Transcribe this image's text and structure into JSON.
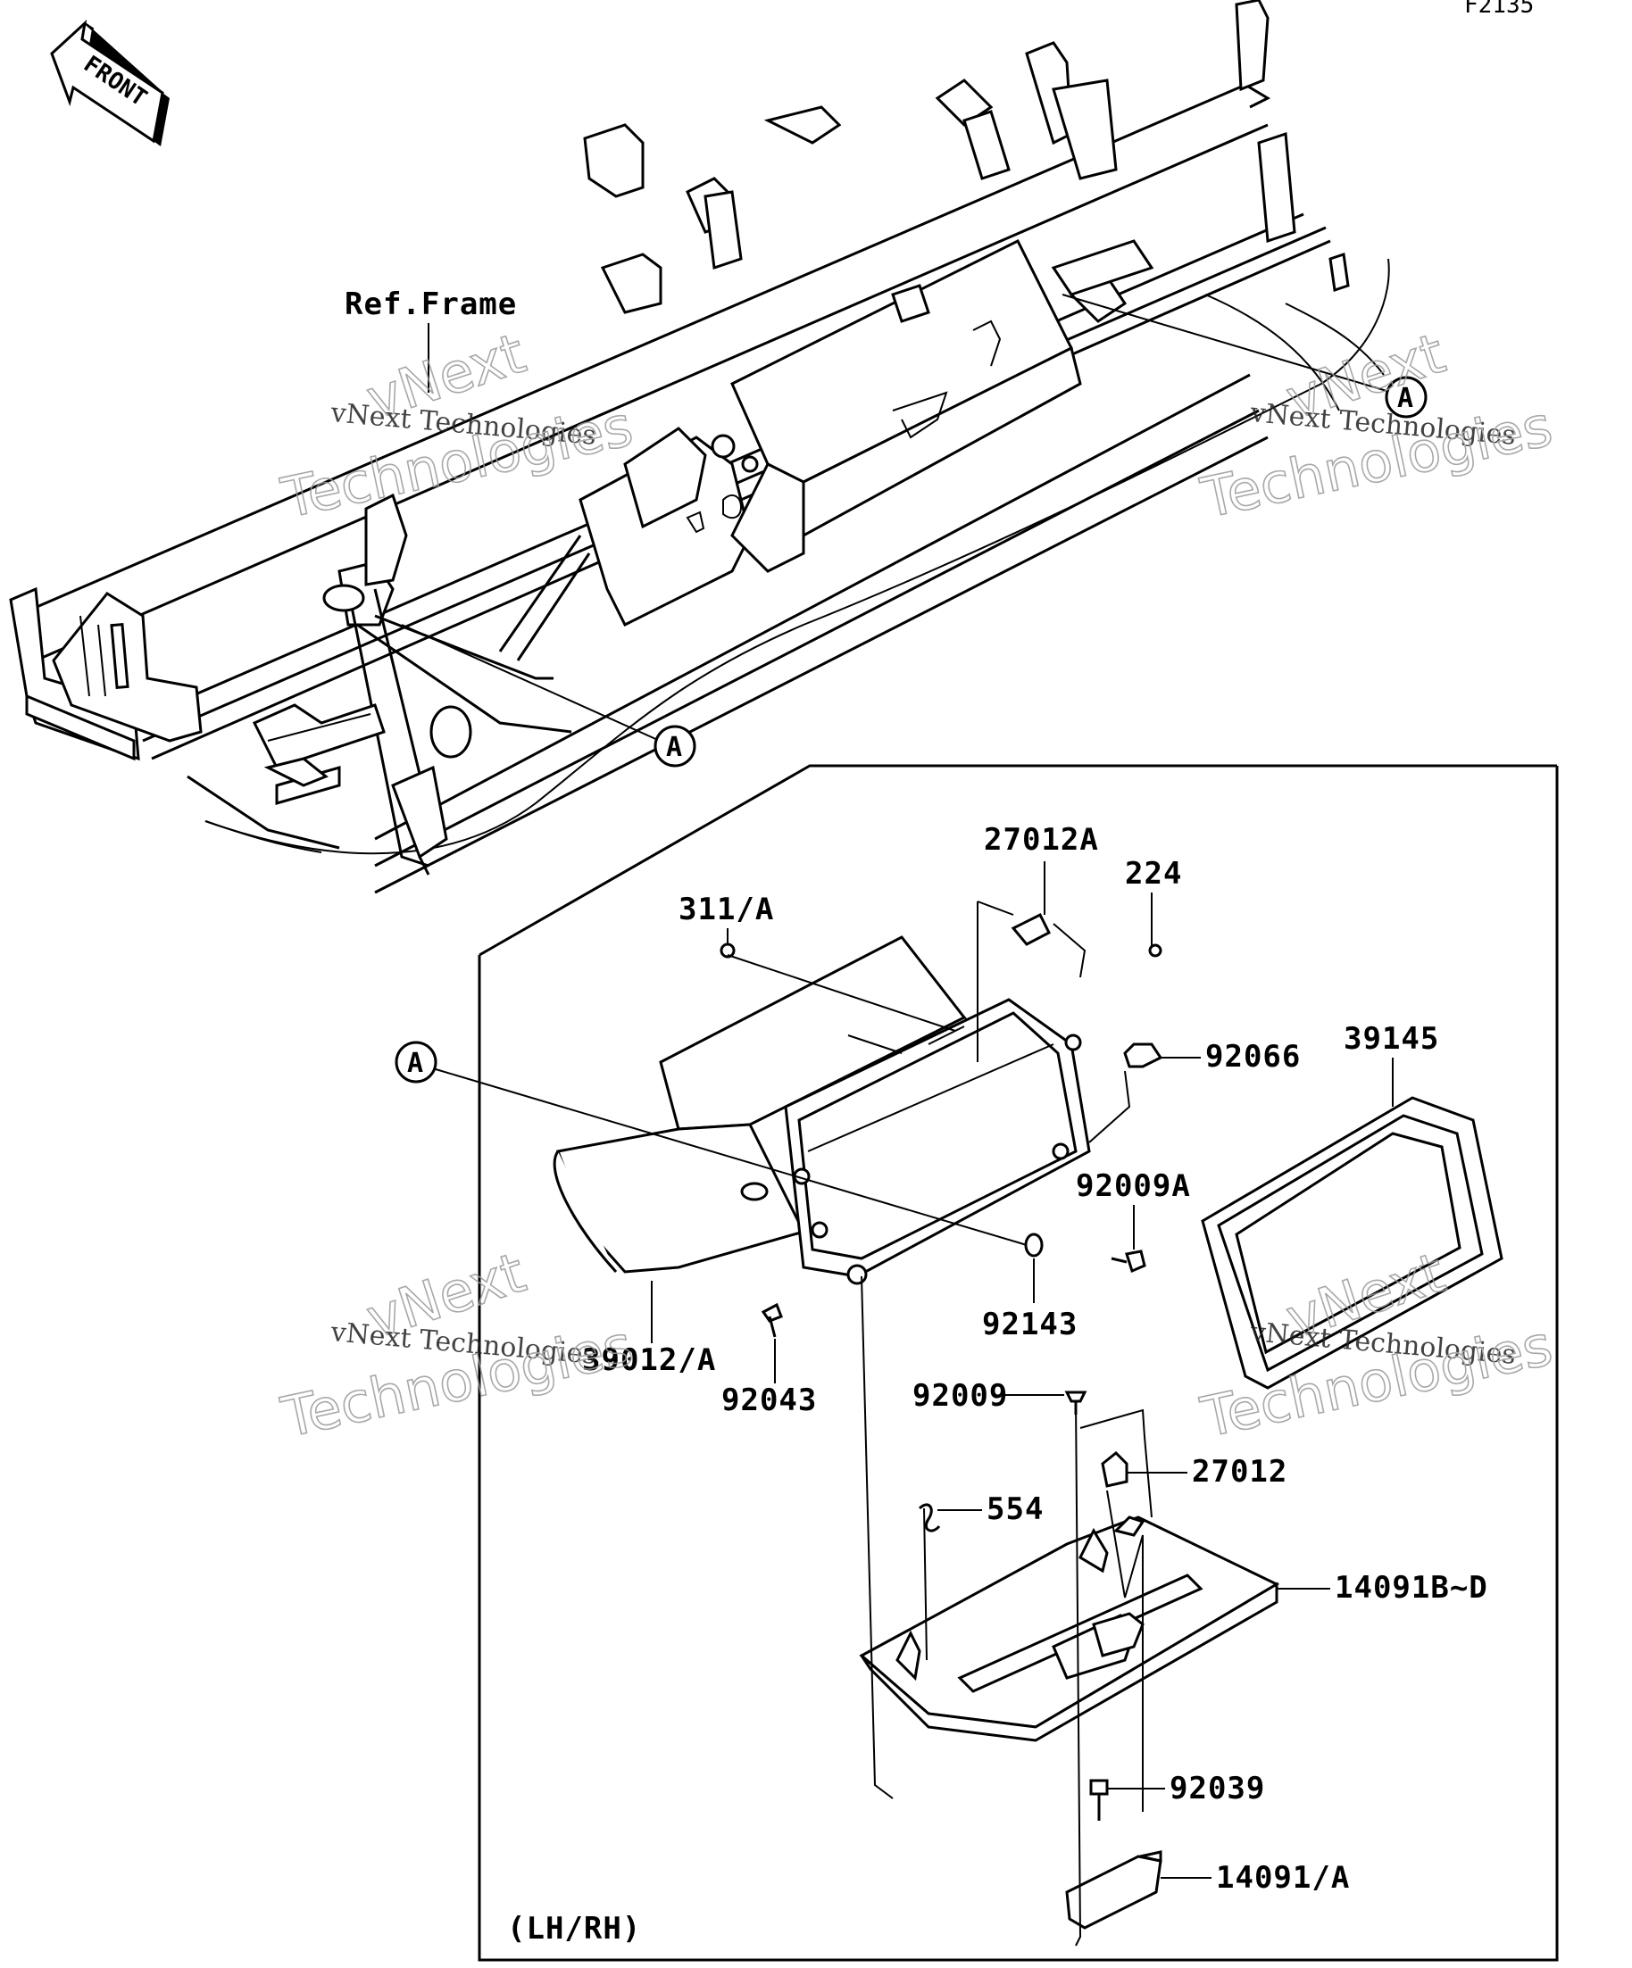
{
  "figure_code": "F2135",
  "front_arrow_label": "FRONT",
  "ref_label": "Ref.Frame",
  "callout_letter": "A",
  "watermark": {
    "line1": "vNext Technologies",
    "line2": "Technologies",
    "line3": "vNext"
  },
  "variant_label": "(LH/RH)",
  "parts": {
    "p27012A": "27012A",
    "p224": "224",
    "p311A": "311/A",
    "p92066": "92066",
    "p39145": "39145",
    "p92009A": "92009A",
    "p92143": "92143",
    "p39012A": "39012/A",
    "p92043": "92043",
    "p92009": "92009",
    "p27012": "27012",
    "p554": "554",
    "p14091BD": "14091B~D",
    "p92039": "92039",
    "p14091A": "14091/A"
  }
}
